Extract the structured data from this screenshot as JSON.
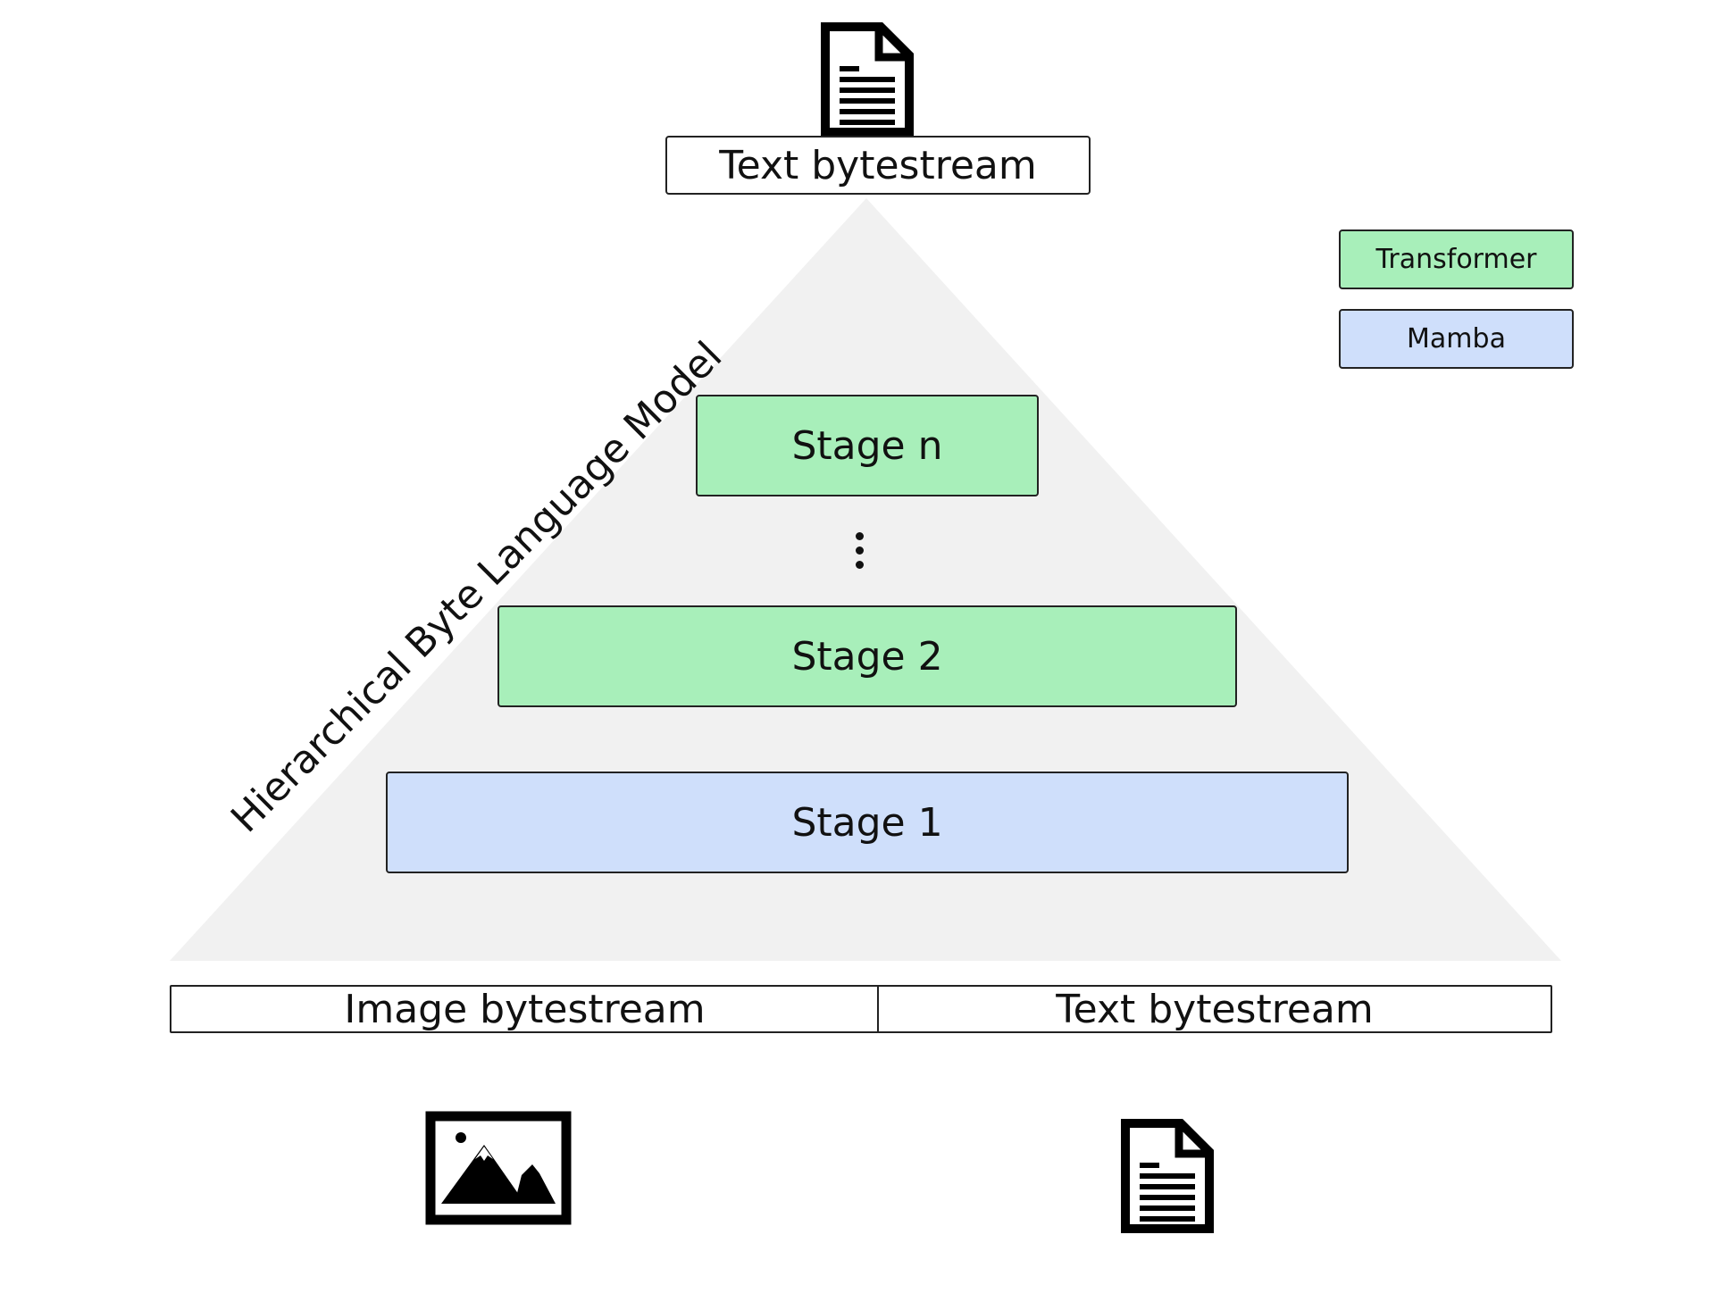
{
  "diagram": {
    "output_stream": {
      "label": "Text bytestream",
      "icon": "document-icon"
    },
    "model_label": "Hierarchical Byte Language Model",
    "stages": [
      {
        "label": "Stage n",
        "type": "Transformer"
      },
      {
        "label": "Stage 2",
        "type": "Transformer"
      },
      {
        "label": "Stage 1",
        "type": "Mamba"
      }
    ],
    "ellipsis": "⋮",
    "input_streams": [
      {
        "label": "Image bytestream",
        "icon": "image-icon"
      },
      {
        "label": "Text bytestream",
        "icon": "document-icon"
      }
    ]
  },
  "legend": [
    {
      "label": "Transformer",
      "color": "#a8efba"
    },
    {
      "label": "Mamba",
      "color": "#cfdffb"
    }
  ],
  "colors": {
    "transformer": "#a8efba",
    "mamba": "#cfdffb",
    "pyramid": "#f1f1f1"
  }
}
